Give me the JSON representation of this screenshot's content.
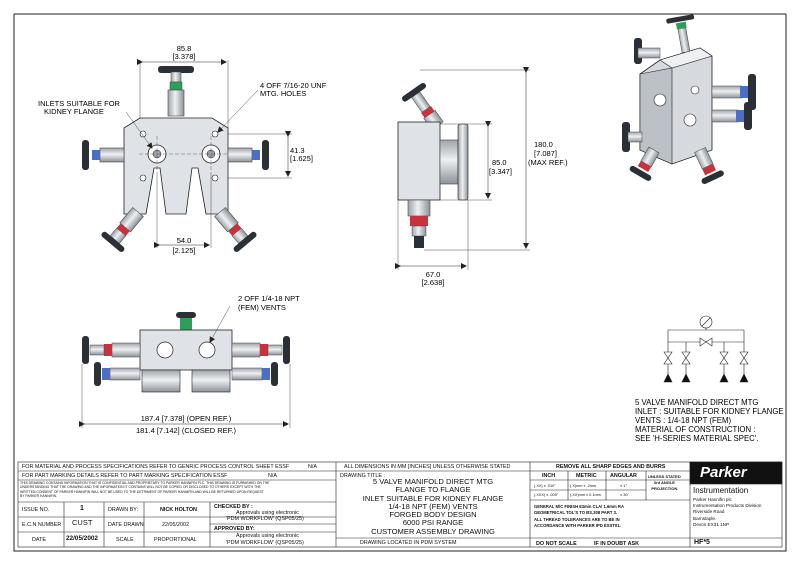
{
  "top_view": {
    "width_dim": "85.8",
    "width_dim_in": "[3.378]",
    "holes_callout": [
      "4 OFF 7/16-20 UNF",
      "MTG. HOLES"
    ],
    "inlets_callout": [
      "INLETS SUITABLE FOR",
      "KIDNEY FLANGE"
    ],
    "height_dim": "41.3",
    "height_dim_in": "[1.625]",
    "spacing_dim": "54.0",
    "spacing_dim_in": "[2.125]"
  },
  "side_view": {
    "overall_dim": "180.0",
    "overall_dim_in": "[7.087]",
    "overall_note": "(MAX REF.)",
    "body_dim": "85.0",
    "body_dim_in": "[3.347]",
    "depth_dim": "67.0",
    "depth_dim_in": "[2.638]"
  },
  "front_view": {
    "vents_callout": [
      "2 OFF 1/4-18 NPT",
      "(FEM) VENTS"
    ],
    "open_dim": "187.4 [7.378] (OPEN REF.)",
    "closed_dim": "181.4 [7.142] (CLOSED REF.)"
  },
  "description": [
    "5 VALVE MANIFOLD DIRECT MTG",
    "INLET  : SUITABLE FOR KIDNEY FLANGE",
    "VENTS : 1/4-18 NPT (FEM)",
    "MATERIAL OF CONSTRUCTION :",
    "SEE 'H-SERIES MATERIAL SPEC'."
  ],
  "title_block": {
    "spec_note_1": "FOR MATERIAL AND PROCESS SPECIFICATIONS REFER TO GENRIC PROCESS CONTROL SHEET ESSF",
    "spec_note_1_val": "N/A",
    "spec_note_2": "FOR PART MARKING DETAILS REFER TO PART MARKING SPECIFICATION ESSF",
    "spec_note_2_val": "N/A",
    "confidential": [
      "THIS DRAWING CONTAINS INFORMATION THAT IS CONFIDENTIAL AND PROPRIETARY TO PARKER HANNIFIN PLC. THIS DRAWING IS FURNISHED ON THE",
      "UNDERSTANDING THAT THE DRAWING AND THE INFORMATION IT CONTAINS WILL NOT BE COPIED OR DISCLOSED TO OTHERS EXCEPT WITH THE",
      "WRITTEN CONSENT OF PARKER HANNIFIN WILL NOT BE USED TO THE DETRIMENT OF PARKER HANNIFIN AND WILL BE RETURNED UPON REQUEST",
      "BY PARKER HANNIFIN."
    ],
    "issue_no_label": "ISSUE NO.",
    "issue_no": "1",
    "drawn_by_label": "DRAWN BY:",
    "drawn_by": "NICK HOLTON",
    "ecn_label": "E.C.N NUMBER",
    "ecn": "CUST",
    "date_drawn_label": "DATE DRAWN",
    "date_drawn": "22/05/2002",
    "date_label": "DATE",
    "date": "22/05/2002",
    "scale_label": "SCALE",
    "scale": "PROPORTIONAL",
    "checked_label": "CHECKED BY :",
    "checked_line1": "Approvals using electronic",
    "checked_line2": "'PDM WORKFLOW' (QSP05/25)",
    "approved_label": "APPROVED BY:",
    "approved_line1": "Approvals using electronic",
    "approved_line2": "'PDM WORKFLOW' (QSP05/25)",
    "dims_note": "ALL DIMENSIONS IN MM [INCHES] UNLESS OTHERWISE STATED",
    "drawing_title_label": "DRAWING TITLE :",
    "drawing_title": [
      "5 VALVE MANIFOLD DIRECT MTG",
      "FLANGE TO FLANGE",
      "INLET SUITABLE FOR KIDNEY FLANGE",
      "1/4-18 NPT (FEM) VENTS",
      "FORGED BODY DESIGN",
      "6000 PSI RANGE",
      "CUSTOMER ASSEMBLY DRAWING"
    ],
    "pdm_note": "DRAWING LOCATED IN PDM SYSTEM",
    "remove_burrs": "REMOVE ALL SHARP EDGES AND BURRS",
    "inch_label": "INCH",
    "metric_label": "METRIC",
    "angular_label": "ANGULAR",
    "tol_inch_1": "(.XX) ± .010\"",
    "tol_inch_2": "(.XXX) ± .005\"",
    "tol_metric_1": "(.X)mm ± .2mm",
    "tol_metric_2": "(.XX)mm ± 0.1mm",
    "tol_ang_1": "± 1°",
    "tol_ang_2": "± 30'",
    "projection": [
      "UNLESS STATED",
      "3rd ANGLE",
      "PROJECTION"
    ],
    "finish_note": [
      "GENERAL M/C FINISH 63min CLA/ 1.6mm RA",
      "GEOMETRICAL TOL'S TO BS.308 PART 3.",
      "ALL THREAD TOLERANCES ARE TO BE IN",
      "ACCORDANCE WITH PARKER IPD ESST01."
    ],
    "do_not_scale": "DO NOT SCALE",
    "if_in_doubt": "IF IN DOUBT ASK",
    "drawing_number": "HF*5",
    "brand": "Parker",
    "division": "Instrumentation",
    "address": [
      "Parker Hannifin plc",
      "Instrumentation Products Division",
      "Riverside Road",
      "Barnstaple.",
      "Devon EX31 1NP"
    ]
  },
  "colors": {
    "line": "#222222",
    "steel": "#cfd3d8",
    "steel_dark": "#8c9299",
    "handle": "#2b2f36",
    "collar_green": "#2f9e5a",
    "collar_red": "#c8323c",
    "collar_blue": "#4a6fc4"
  }
}
